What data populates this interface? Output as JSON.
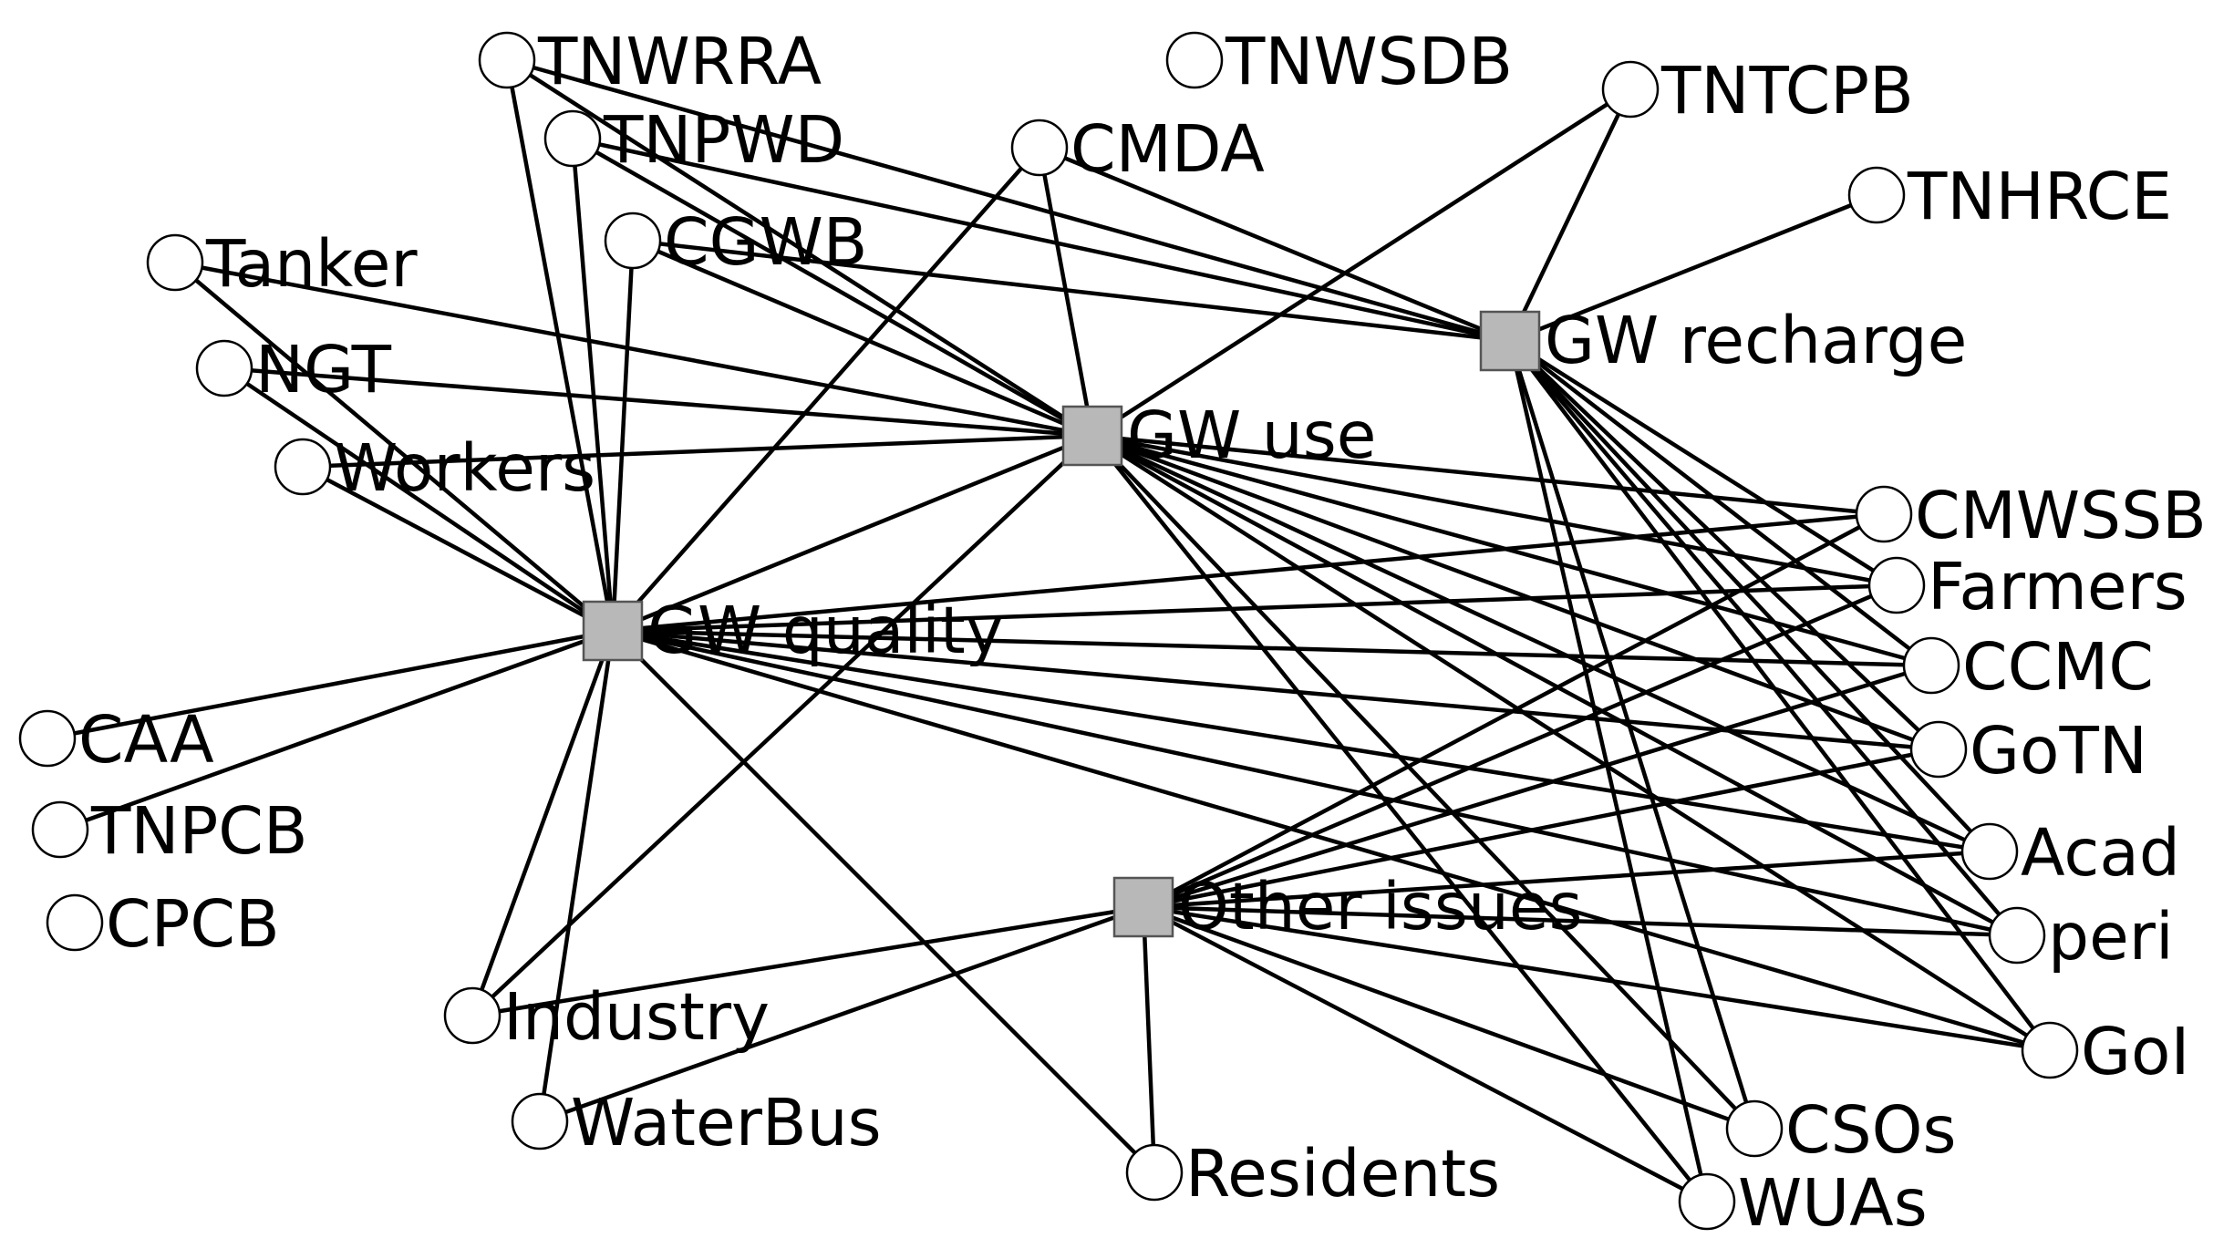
{
  "issues": [
    {
      "id": "gw_recharge",
      "label": "GW recharge"
    },
    {
      "id": "gw_use",
      "label": "GW use"
    },
    {
      "id": "gw_quality",
      "label": "GW quality"
    },
    {
      "id": "other_issues",
      "label": "Other issues"
    }
  ],
  "actors": [
    {
      "id": "tnwrra",
      "label": "TNWRRA"
    },
    {
      "id": "tnwsdb",
      "label": "TNWSDB"
    },
    {
      "id": "tntcpb",
      "label": "TNTCPB"
    },
    {
      "id": "tnpwd",
      "label": "TNPWD"
    },
    {
      "id": "cmda",
      "label": "CMDA"
    },
    {
      "id": "tnhrce",
      "label": "TNHRCE"
    },
    {
      "id": "cgwb",
      "label": "CGWB"
    },
    {
      "id": "tanker",
      "label": "Tanker"
    },
    {
      "id": "ngt",
      "label": "NGT"
    },
    {
      "id": "workers",
      "label": "Workers"
    },
    {
      "id": "cmwssb",
      "label": "CMWSSB"
    },
    {
      "id": "farmers",
      "label": "Farmers"
    },
    {
      "id": "ccmc",
      "label": "CCMC"
    },
    {
      "id": "gotn",
      "label": "GoTN"
    },
    {
      "id": "acad",
      "label": "Acad"
    },
    {
      "id": "peri",
      "label": "peri"
    },
    {
      "id": "goi",
      "label": "GoI"
    },
    {
      "id": "caa",
      "label": "CAA"
    },
    {
      "id": "tnpcb",
      "label": "TNPCB"
    },
    {
      "id": "cpcb",
      "label": "CPCB"
    },
    {
      "id": "industry",
      "label": "Industry"
    },
    {
      "id": "waterbus",
      "label": "WaterBus"
    },
    {
      "id": "residents",
      "label": "Residents"
    },
    {
      "id": "csos",
      "label": "CSOs"
    },
    {
      "id": "wuas",
      "label": "WUAs"
    }
  ],
  "edges": [
    [
      "gw_recharge",
      "tntcpb"
    ],
    [
      "gw_recharge",
      "tnhrce"
    ],
    [
      "gw_recharge",
      "tnpwd"
    ],
    [
      "gw_recharge",
      "cgwb"
    ],
    [
      "gw_recharge",
      "cmda"
    ],
    [
      "gw_recharge",
      "tnwrra"
    ],
    [
      "gw_recharge",
      "farmers"
    ],
    [
      "gw_recharge",
      "ccmc"
    ],
    [
      "gw_recharge",
      "gotn"
    ],
    [
      "gw_recharge",
      "acad"
    ],
    [
      "gw_recharge",
      "peri"
    ],
    [
      "gw_recharge",
      "goi"
    ],
    [
      "gw_recharge",
      "csos"
    ],
    [
      "gw_recharge",
      "wuas"
    ],
    [
      "gw_use",
      "tanker"
    ],
    [
      "gw_use",
      "ngt"
    ],
    [
      "gw_use",
      "workers"
    ],
    [
      "gw_use",
      "cgwb"
    ],
    [
      "gw_use",
      "tnpwd"
    ],
    [
      "gw_use",
      "cmda"
    ],
    [
      "gw_use",
      "tntcpb"
    ],
    [
      "gw_use",
      "tnwrra"
    ],
    [
      "gw_use",
      "cmwssb"
    ],
    [
      "gw_use",
      "farmers"
    ],
    [
      "gw_use",
      "ccmc"
    ],
    [
      "gw_use",
      "gotn"
    ],
    [
      "gw_use",
      "acad"
    ],
    [
      "gw_use",
      "peri"
    ],
    [
      "gw_use",
      "goi"
    ],
    [
      "gw_use",
      "csos"
    ],
    [
      "gw_use",
      "wuas"
    ],
    [
      "gw_use",
      "gw_quality"
    ],
    [
      "gw_use",
      "industry"
    ],
    [
      "gw_quality",
      "tnwrra"
    ],
    [
      "gw_quality",
      "tnpwd"
    ],
    [
      "gw_quality",
      "cgwb"
    ],
    [
      "gw_quality",
      "cmda"
    ],
    [
      "gw_quality",
      "tanker"
    ],
    [
      "gw_quality",
      "ngt"
    ],
    [
      "gw_quality",
      "workers"
    ],
    [
      "gw_quality",
      "caa"
    ],
    [
      "gw_quality",
      "tnpcb"
    ],
    [
      "gw_quality",
      "industry"
    ],
    [
      "gw_quality",
      "waterbus"
    ],
    [
      "gw_quality",
      "residents"
    ],
    [
      "gw_quality",
      "cmwssb"
    ],
    [
      "gw_quality",
      "farmers"
    ],
    [
      "gw_quality",
      "ccmc"
    ],
    [
      "gw_quality",
      "gotn"
    ],
    [
      "gw_quality",
      "acad"
    ],
    [
      "gw_quality",
      "peri"
    ],
    [
      "gw_quality",
      "goi"
    ],
    [
      "other_issues",
      "industry"
    ],
    [
      "other_issues",
      "residents"
    ],
    [
      "other_issues",
      "cmwssb"
    ],
    [
      "other_issues",
      "farmers"
    ],
    [
      "other_issues",
      "ccmc"
    ],
    [
      "other_issues",
      "gotn"
    ],
    [
      "other_issues",
      "acad"
    ],
    [
      "other_issues",
      "peri"
    ],
    [
      "other_issues",
      "goi"
    ],
    [
      "other_issues",
      "csos"
    ],
    [
      "other_issues",
      "wuas"
    ],
    [
      "other_issues",
      "waterbus"
    ]
  ]
}
